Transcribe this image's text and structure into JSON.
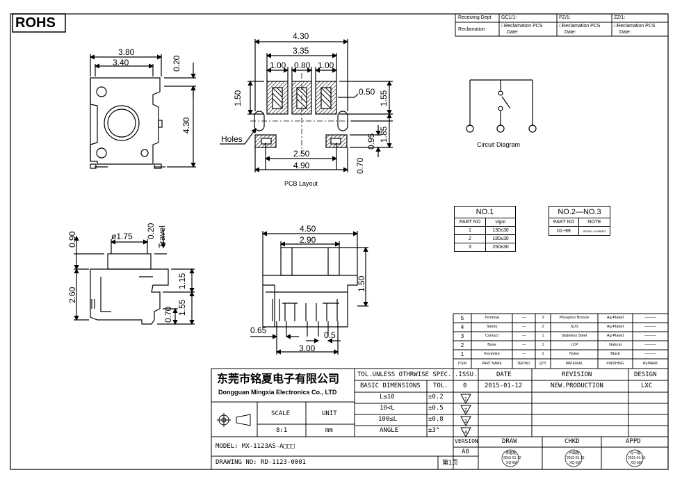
{
  "rohs": "ROHS",
  "header_table": {
    "receiving_dept": "Receiving Dept",
    "reclamation": "Reclamation",
    "gc": "GC1/1:",
    "pz": "PZ/1:",
    "zz": "ZZ/1:",
    "reclamation_pcs": "□Reclamation  PCS",
    "date": "Date:"
  },
  "dims_top_left": {
    "d380": "3.80",
    "d340": "3.40",
    "d020": "0.20",
    "d430": "4.30"
  },
  "pcb": {
    "d430": "4.30",
    "d335": "3.35",
    "d100a": "1.00",
    "d080": "0.80",
    "d100b": "1.00",
    "d150": "1.50",
    "d050": "0.50",
    "d155": "1.55",
    "d185": "1.85",
    "d095": "0.95",
    "d070": "0.70",
    "d250": "2.50",
    "d490": "4.90",
    "holes": "Holes",
    "caption": "PCB Layout"
  },
  "circuit_caption": "Circuit Diagram",
  "side_left": {
    "d090": "0.90",
    "d175": "ø1.75",
    "d020": "0.20",
    "travel": "Travel",
    "d260": "2.60",
    "d115": "1.15",
    "d155": "1.55",
    "d070": "0.70"
  },
  "front": {
    "d450": "4.50",
    "d290": "2.90",
    "d150": "1.50",
    "d065": "0.65",
    "d05": "0.5",
    "d300": "3.00"
  },
  "no1": {
    "title": "NO.1",
    "headers": [
      "PART NO",
      "vigor"
    ],
    "rows": [
      [
        "1",
        "130±30"
      ],
      [
        "2",
        "180±30"
      ],
      [
        "3",
        "250±30"
      ]
    ]
  },
  "no23": {
    "title": "NO.2—NO.3",
    "headers": [
      "PART NO",
      "NOTE"
    ],
    "rows": [
      [
        "01~99",
        "SERIAL NUMBER"
      ]
    ]
  },
  "bom": {
    "rows": [
      [
        "5",
        "Terminal",
        "—",
        "3",
        "Phosphor Bronze",
        "Ag-Plated",
        "———"
      ],
      [
        "4",
        "Stents",
        "—",
        "2",
        "SUS",
        "Ag-Plated",
        "———"
      ],
      [
        "3",
        "Contact",
        "—",
        "1",
        "Stainless Steel",
        "Ag-Plated",
        "———"
      ],
      [
        "2",
        "Base",
        "—",
        "1",
        "LCP",
        "Natural",
        "———"
      ],
      [
        "1",
        "Keystoke",
        "—",
        "1",
        "Nylon",
        "Black",
        "———"
      ]
    ],
    "headers": [
      "ITEM",
      "PART NAME",
      "TER'NO.",
      "QTY.",
      "MATERIAL",
      "FINISHING",
      "REMARK"
    ]
  },
  "title_block": {
    "company_cn": "东莞市铭夏电子有限公司",
    "company_en": "Dongguan Mingxia Electronics Co., LTD",
    "tol_title": "TOL.UNLESS OTHRWISE SPEC.",
    "basic_dims": "BASIC DIMENSIONS",
    "tol": "TOL.",
    "tol_rows": [
      [
        "L≤10",
        "±0.2"
      ],
      [
        "10<L",
        "±0.5"
      ],
      [
        "100≤L",
        "±0.8"
      ],
      [
        "ANGLE",
        "±3°"
      ]
    ],
    "scale_label": "SCALE",
    "unit_label": "UNIT",
    "scale": "8:1",
    "unit": "mm",
    "issu": ".ISSU.",
    "date": "DATE",
    "revision": "REVISION",
    "design": "DESIGN",
    "issu_val": "0",
    "date_val": "2015-01-12",
    "revision_val": "NEW.PRODUCTION",
    "design_val": "LXC",
    "tri": [
      "1",
      "2",
      "3",
      "4"
    ],
    "version": "VERSION",
    "version_val": "A0",
    "draw": "DRAW",
    "chkd": "CHKD",
    "appd": "APPD",
    "model": "MODEL:  MX-1123AS-A□□□",
    "drawing_no": "DRAWING NO:  RD-1123-0001",
    "page": "第1页",
    "stamps": [
      {
        "name": "李春霞",
        "date": "2015-01-12"
      },
      {
        "name": "卢曲霞",
        "date": "2015-01-15"
      },
      {
        "name": "冯一霞",
        "date": "2015-01-15"
      }
    ],
    "stamp_dept": "XQ-6M"
  }
}
